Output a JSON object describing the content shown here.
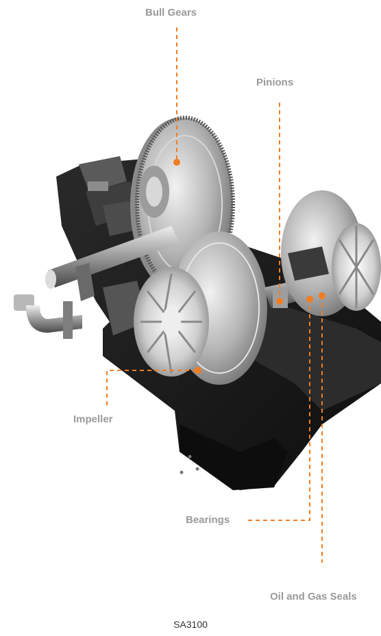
{
  "callouts": {
    "bull_gears": "Bull Gears",
    "pinions": "Pinions",
    "impeller": "Impeller",
    "bearings": "Bearings",
    "oil_gas_seals": "Oil and Gas Seals"
  },
  "caption": "SA3100",
  "colors": {
    "accent": "#f07d22",
    "label": "#9a9a9a",
    "housing": "#1c1c1c",
    "metal": "#bfbfbf"
  },
  "image": {
    "subject": "compressor-cutaway-icon"
  }
}
